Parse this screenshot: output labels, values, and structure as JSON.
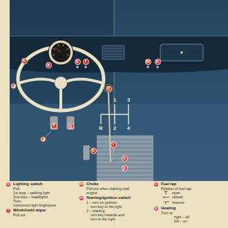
{
  "diagram": {
    "labels": [
      "b",
      "a",
      "k",
      "l",
      "m",
      "n",
      "e",
      "d",
      "f",
      "g",
      "h",
      "c",
      "i",
      "o",
      "p",
      "R",
      "1",
      "2",
      "3",
      "4",
      "k",
      "Lighting switch",
      "Pull:",
      "1st stop – parking light",
      "2nd stop – headlights",
      "Turn:",
      "instrument light brightness",
      "l",
      "Windshield wiper",
      "Pull out",
      "m",
      "Choke",
      "Pull out when starting cold",
      "engine",
      "n",
      "Starting/ignition switch",
      "1 – turn on ignition:",
      "turn key to the right",
      "2 – starting:",
      "turn key inwards and",
      "turn to the right",
      "o",
      "Fuel tap",
      "Position of fuel tap:",
      "open",
      "closed",
      "reserve",
      "p",
      "Heating",
      "Turn to",
      "right – off",
      "left – on"
    ]
  }
}
